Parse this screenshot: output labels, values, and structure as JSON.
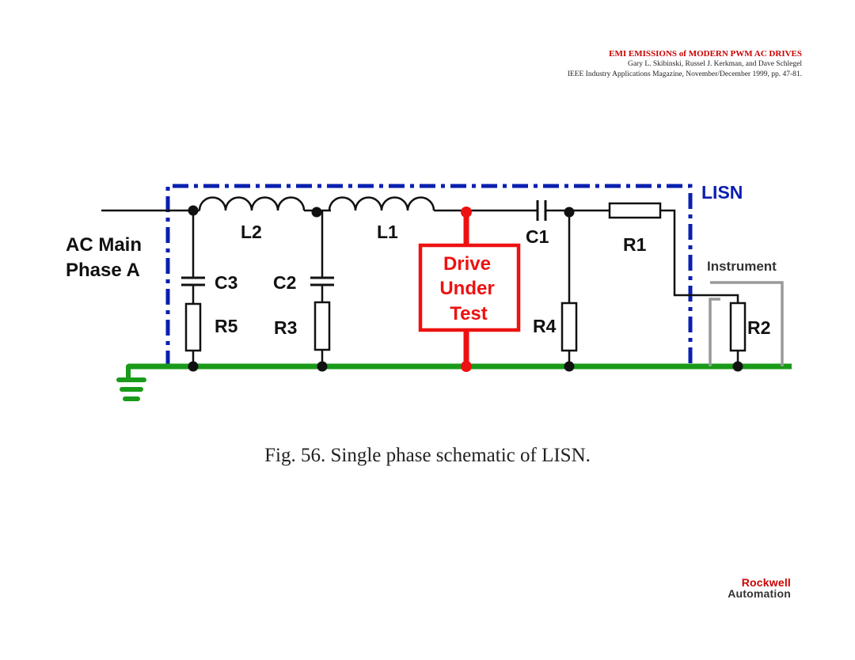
{
  "header": {
    "title": "EMI EMISSIONS of MODERN PWM AC DRIVES",
    "authors": "Gary L. Skibinski,  Russel J. Kerkman,  and  Dave Schlegel",
    "source": "IEEE Industry Applications Magazine, November/December 1999, pp. 47-81."
  },
  "diagram": {
    "box_label": "LISN",
    "source_line1": "AC Main",
    "source_line2": "Phase A",
    "dut_line1": "Drive",
    "dut_line2": "Under",
    "dut_line3": "Test",
    "instrument_label": "Instrument",
    "components": {
      "L1": "L1",
      "L2": "L2",
      "C1": "C1",
      "C2": "C2",
      "C3": "C3",
      "R1": "R1",
      "R2": "R2",
      "R3": "R3",
      "R4": "R4",
      "R5": "R5"
    },
    "colors": {
      "lisn_border": "#0a1fb0",
      "ground": "#1a9a1a",
      "dut": "#ee1111",
      "wire": "#111111",
      "instrument": "#999999"
    }
  },
  "caption": "Fig. 56.  Single phase schematic of LISN.",
  "brand": {
    "line1": "Rockwell",
    "line2": "Automation"
  }
}
